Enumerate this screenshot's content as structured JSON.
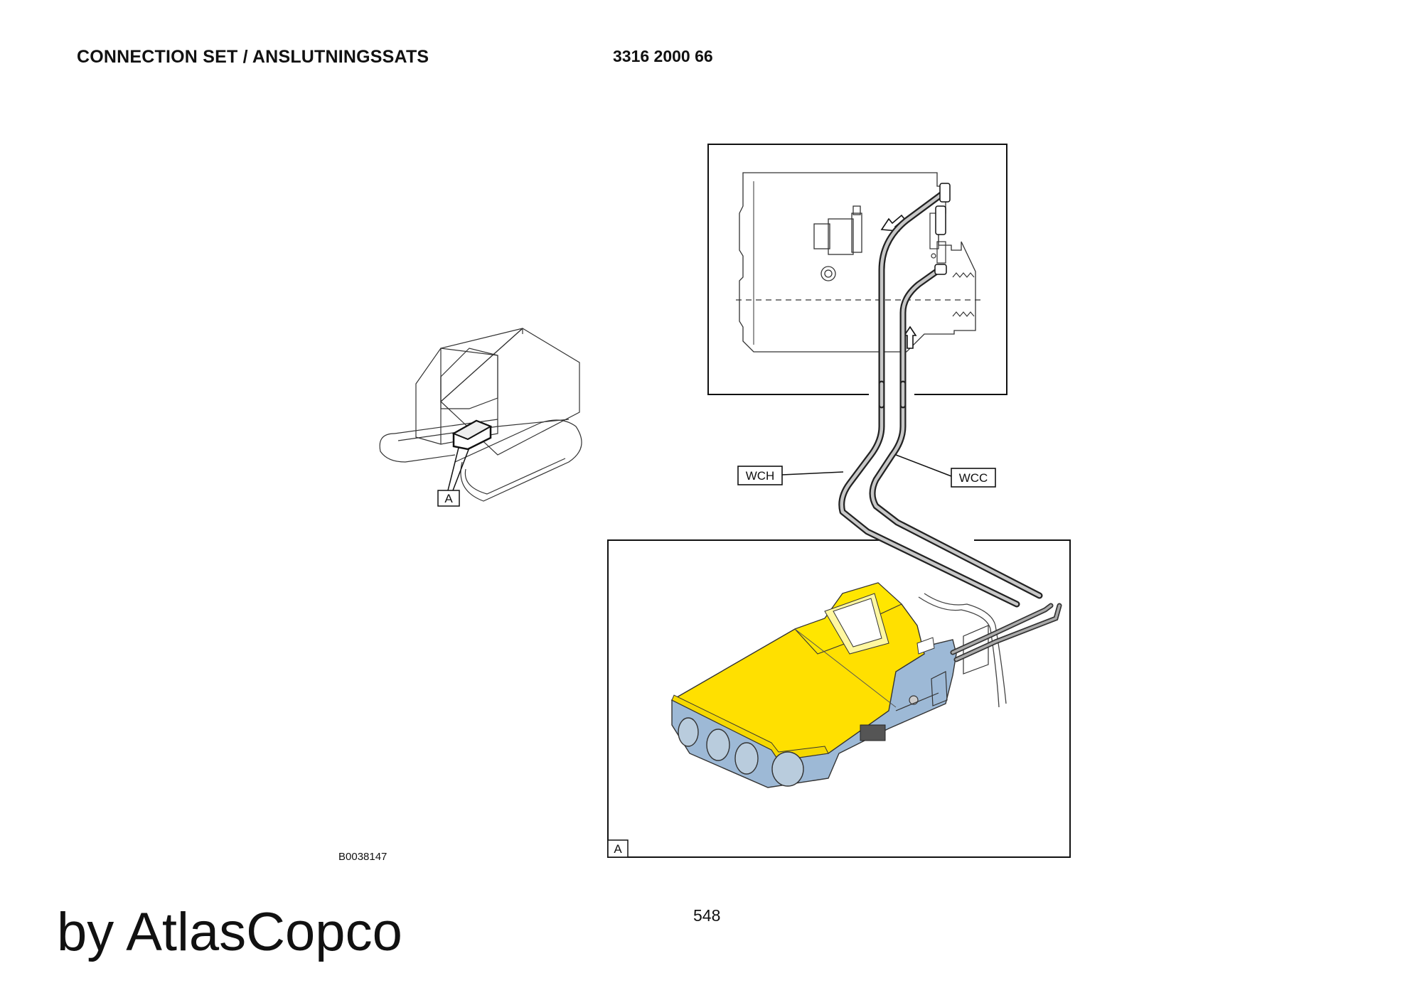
{
  "header": {
    "title": "CONNECTION SET / ANSLUTNINGSSATS",
    "part_number": "3316 2000 66"
  },
  "diagram": {
    "figure_ref": "B0038147",
    "labels": {
      "callout_machine": "A",
      "callout_detail": "A",
      "hose_heating": "WCH",
      "hose_cooling": "WCC"
    },
    "colors": {
      "unit_yellow": "#FFE000",
      "unit_blue": "#9DB9D6",
      "line": "#222222"
    }
  },
  "footer": {
    "page_number": "548",
    "brand": "by AtlasCopco"
  }
}
